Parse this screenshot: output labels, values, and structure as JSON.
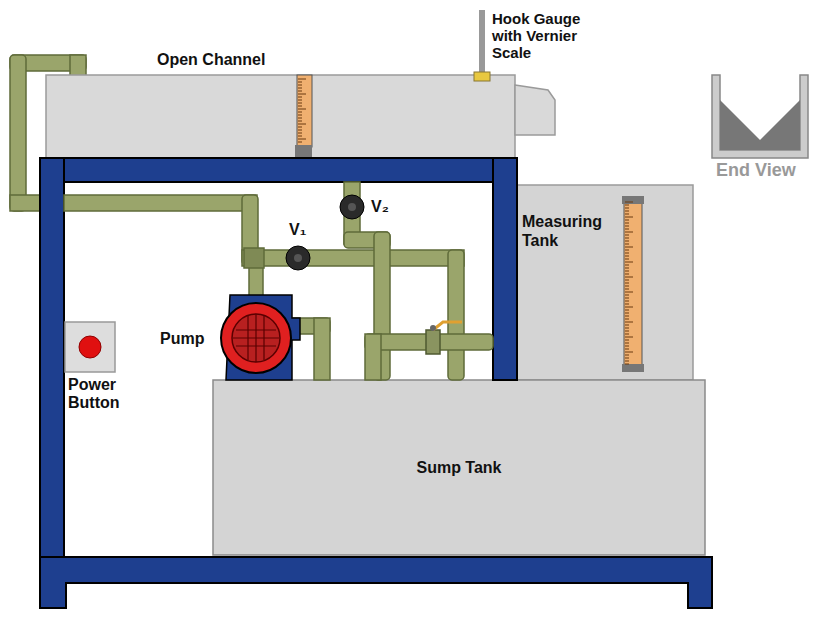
{
  "diagram": {
    "nodes": [
      {
        "text": [
          "Open Channel"
        ]
      },
      {
        "text": [
          "Measuring Tank"
        ]
      },
      {
        "text": [
          "Sump Tank"
        ]
      }
    ],
    "labels": [
      "Hook Gauge with Vernier Scale",
      "End View",
      "V₁",
      "V₂",
      "Pump",
      "Power Button"
    ]
  }
}
